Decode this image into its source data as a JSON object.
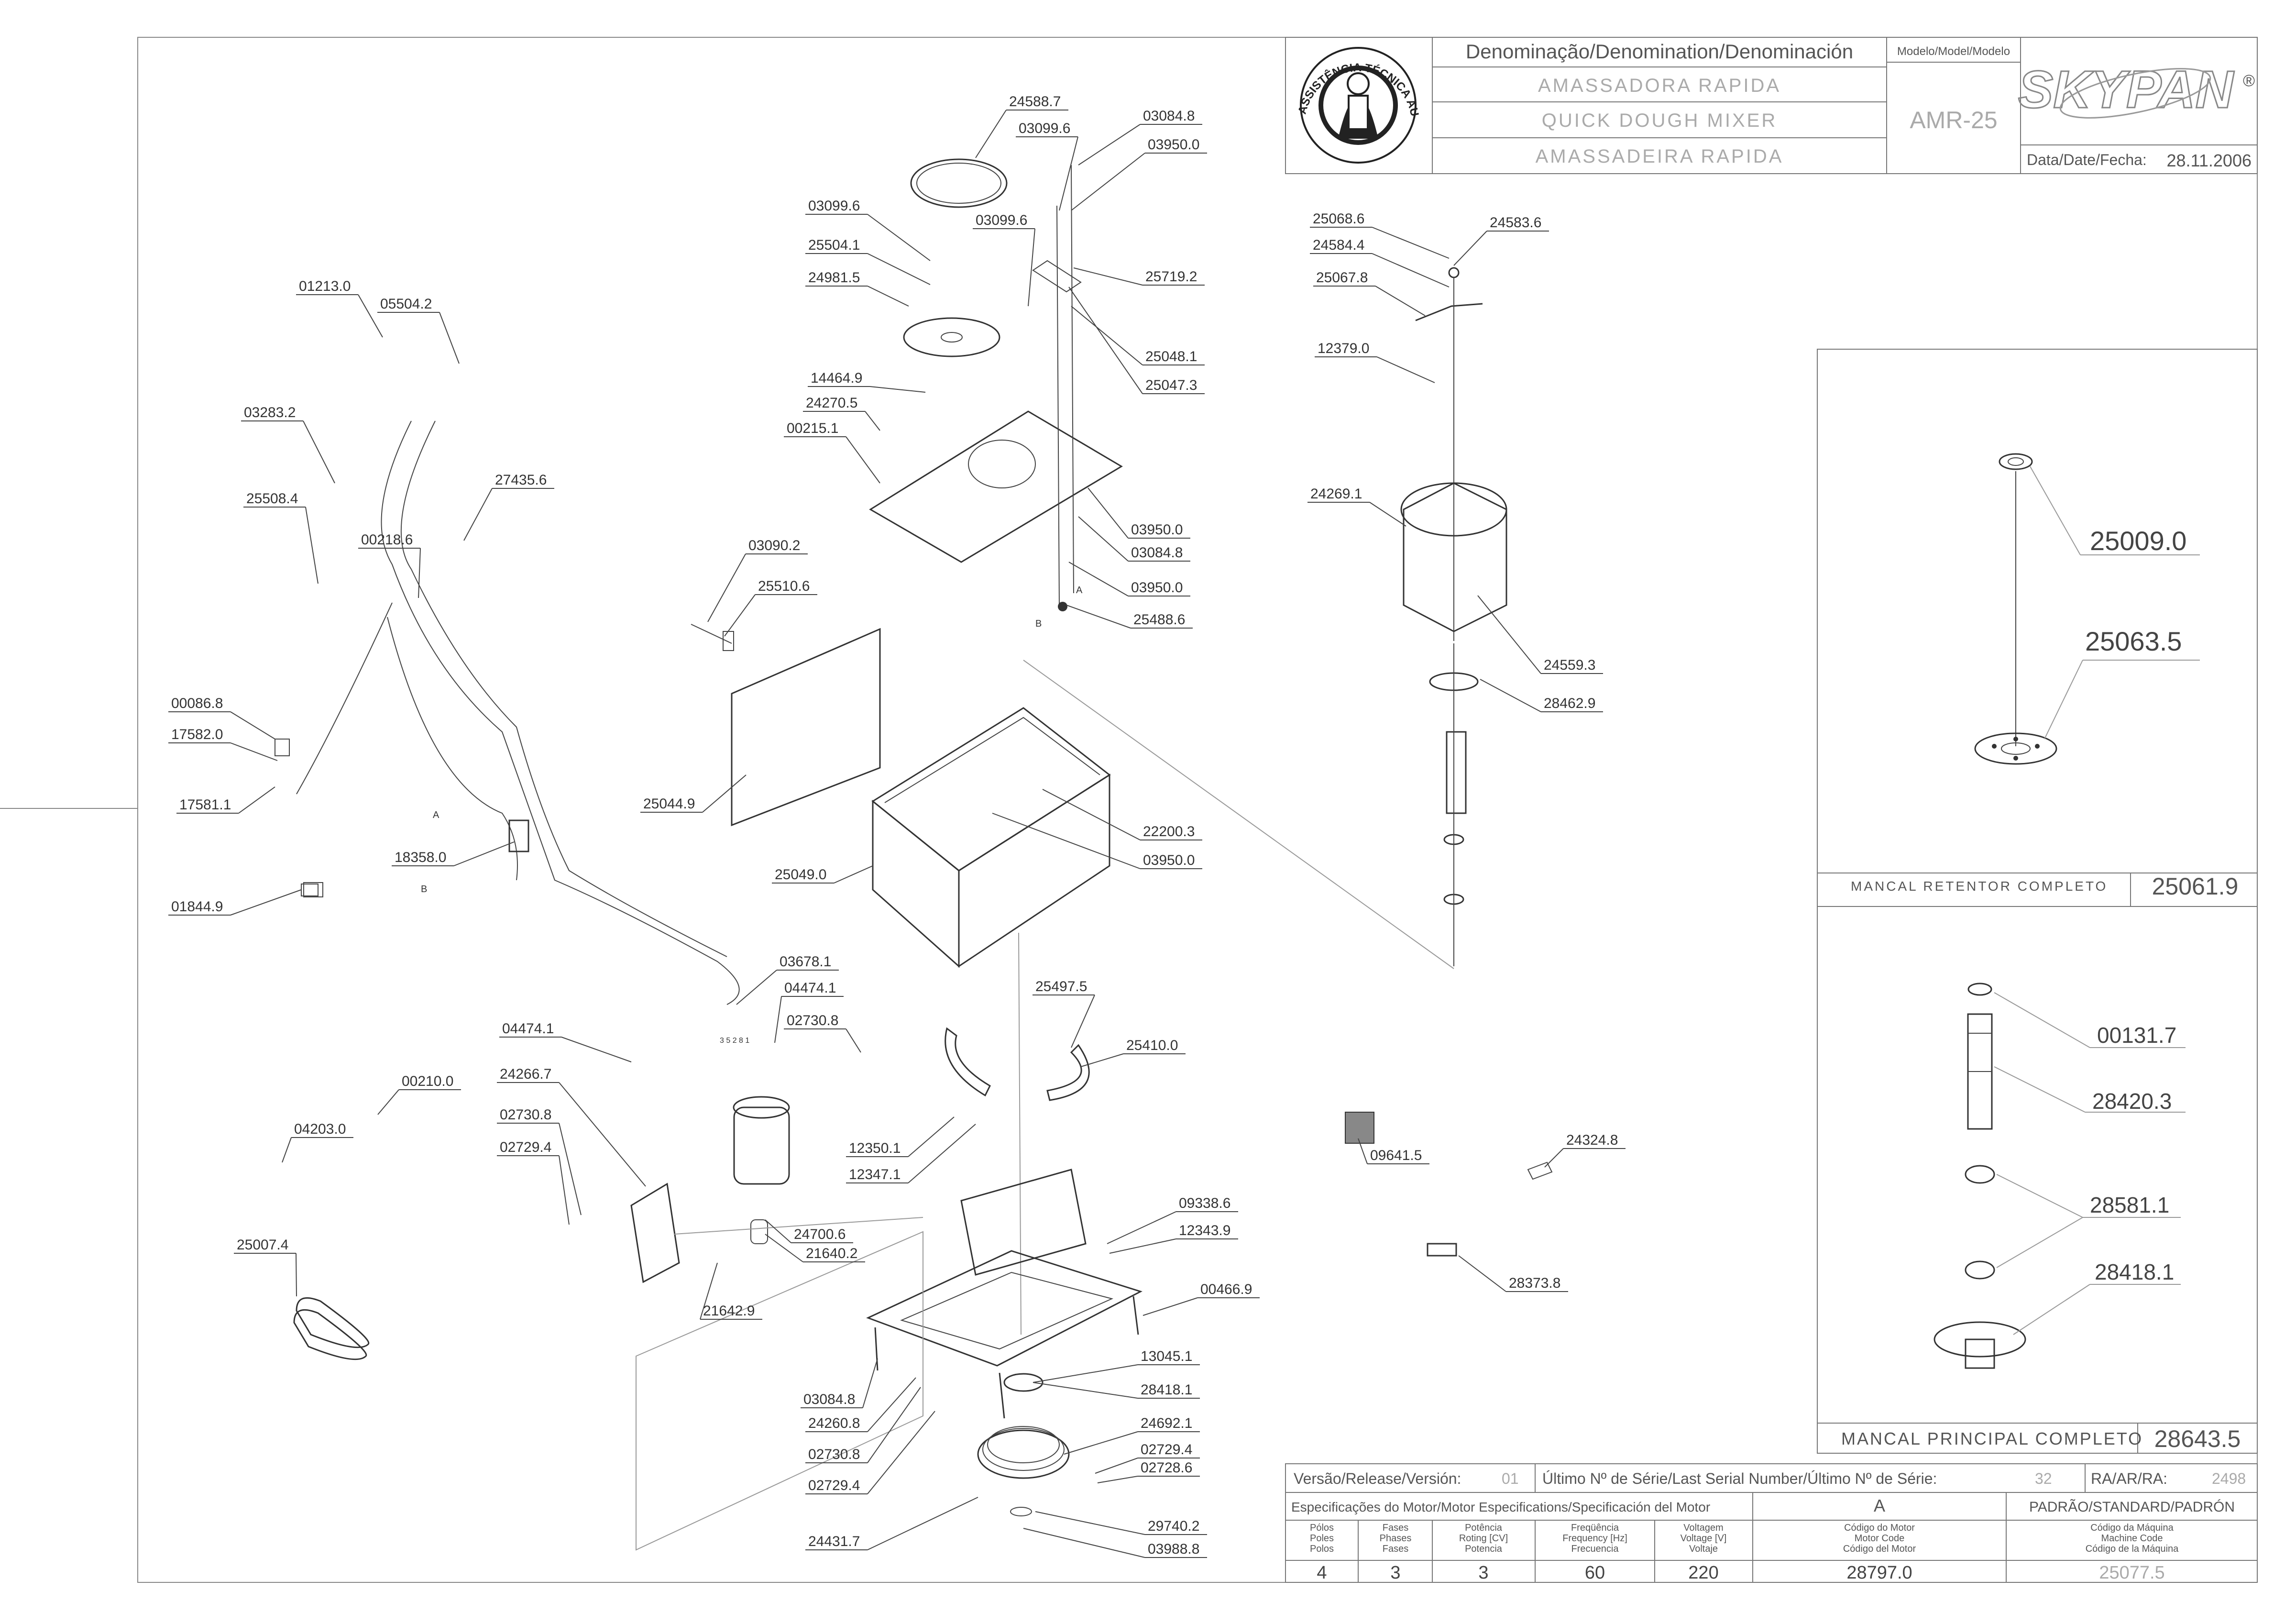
{
  "title_block": {
    "denomination_header": "Denominação/Denomination/Denominación",
    "names": [
      "AMASSADORA RAPIDA",
      "QUICK DOUGH MIXER",
      "AMASSADEIRA RAPIDA"
    ],
    "model_header": "Modelo/Model/Modelo",
    "model": "AMR-25",
    "brand": "SKYPAN",
    "registered_mark": "®",
    "date_label": "Data/Date/Fecha:",
    "date": "28.11.2006",
    "stamp_text": "ASSISTÊNCIA TÉCNICA AUTORIZADA"
  },
  "footer": {
    "version_label": "Versão/Release/Versión:",
    "version": "01",
    "serial_label": "Último Nº de Série/Last Serial Number/Último Nº de Série:",
    "serial": "32",
    "ra_label": "RA/AR/RA:",
    "ra": "2498",
    "motor_spec_label": "Especificações do Motor/Motor Especifications/Specificación del Motor",
    "variant": "A",
    "standard": "PADRÃO/STANDARD/PADRÓN",
    "cols": [
      {
        "label": "Pólos\nPoles\nPolos",
        "value": "4"
      },
      {
        "label": "Fases\nPhases\nFases",
        "value": "3"
      },
      {
        "label": "Potência\nRoting [CV]\nPotencia",
        "value": "3"
      },
      {
        "label": "Freqüência\nFrequency [Hz]\nFrecuencia",
        "value": "60"
      },
      {
        "label": "Voltagem\nVoltage [V]\nVoltaje",
        "value": "220"
      },
      {
        "label": "Código do Motor\nMotor Code\nCódigo del Motor",
        "value": "28797.0"
      },
      {
        "label": "Código da Máquina\nMachine Code\nCódigo de la Máquina",
        "value": "25077.5"
      }
    ]
  },
  "subassemblies": [
    {
      "name": "MANCAL RETENTOR COMPLETO",
      "code": "25061.9",
      "parts": [
        "25009.0",
        "25063.5"
      ]
    },
    {
      "name": "MANCAL PRINCIPAL COMPLETO",
      "code": "28643.5",
      "parts": [
        "00131.7",
        "28420.3",
        "28581.1",
        "28418.1"
      ]
    }
  ],
  "parts": [
    "24588.7",
    "03084.8",
    "03099.6",
    "03950.0",
    "03099.6",
    "25504.1",
    "24981.5",
    "03099.6",
    "25719.2",
    "25048.1",
    "25047.3",
    "14464.9",
    "24270.5",
    "00215.1",
    "03950.0",
    "03084.8",
    "03950.0",
    "25488.6",
    "01213.0",
    "05504.2",
    "03283.2",
    "27435.6",
    "25508.4",
    "00218.6",
    "03090.2",
    "25510.6",
    "25044.9",
    "00086.8",
    "17582.0",
    "17581.1",
    "18358.0",
    "01844.9",
    "22200.3",
    "03950.0",
    "25049.0",
    "03678.1",
    "04474.1",
    "02730.8",
    "04474.1",
    "24266.7",
    "00210.0",
    "02730.8",
    "02729.4",
    "04203.0",
    "25007.4",
    "25497.5",
    "25410.0",
    "12350.1",
    "12347.1",
    "24700.6",
    "21640.2",
    "21642.9",
    "09338.6",
    "12343.9",
    "00466.9",
    "13045.1",
    "28418.1",
    "03084.8",
    "24260.8",
    "02730.8",
    "02729.4",
    "24692.1",
    "02729.4",
    "02728.6",
    "24431.7",
    "29740.2",
    "03988.8",
    "25068.6",
    "24583.6",
    "24584.4",
    "25067.8",
    "12379.0",
    "24269.1",
    "24559.3",
    "28462.9",
    "09641.5",
    "24324.8",
    "28373.8"
  ],
  "markers": [
    "A",
    "B",
    "A",
    "B"
  ],
  "motor_marking": "3 5 2 8 1"
}
